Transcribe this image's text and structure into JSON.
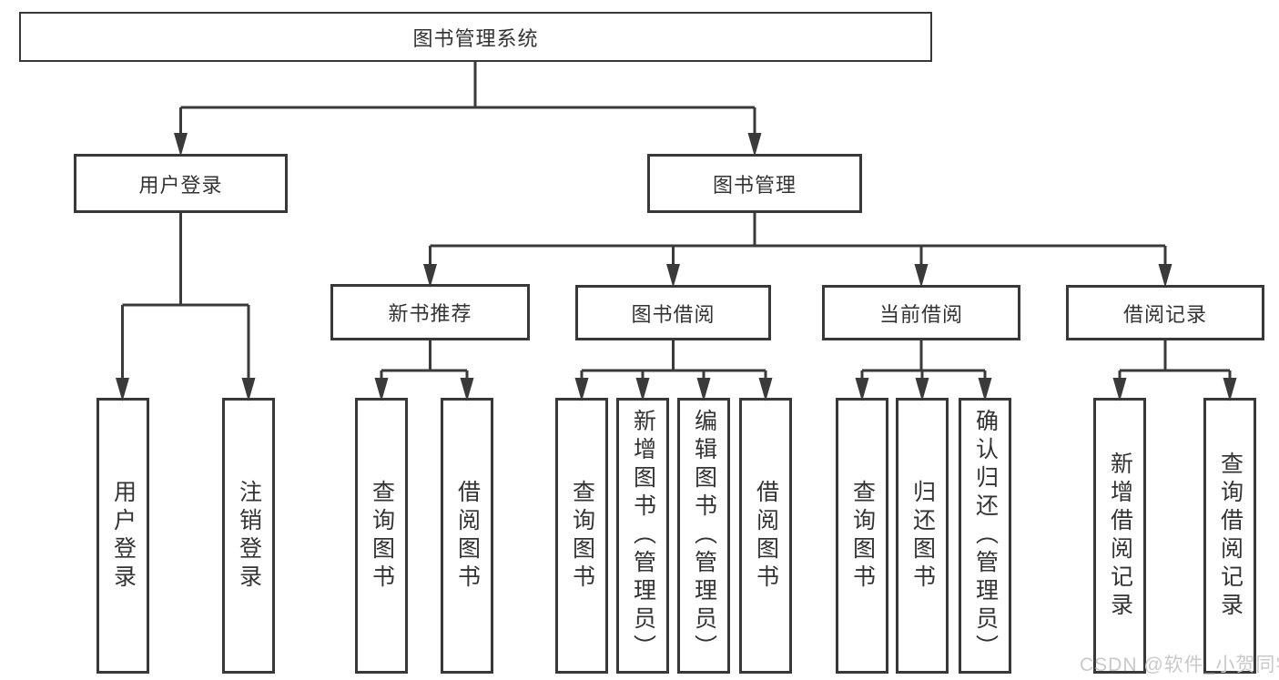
{
  "tree": {
    "label": "图书管理系统",
    "children": [
      {
        "label": "用户登录",
        "children": [
          {
            "label": "用户登录"
          },
          {
            "label": "注销登录"
          }
        ]
      },
      {
        "label": "图书管理",
        "children": [
          {
            "label": "新书推荐",
            "children": [
              {
                "label": "查询图书"
              },
              {
                "label": "借阅图书"
              }
            ]
          },
          {
            "label": "图书借阅",
            "children": [
              {
                "label": "查询图书"
              },
              {
                "label": "新增图书（管理员）"
              },
              {
                "label": "编辑图书（管理员）"
              },
              {
                "label": "借阅图书"
              }
            ]
          },
          {
            "label": "当前借阅",
            "children": [
              {
                "label": "查询图书"
              },
              {
                "label": "归还图书"
              },
              {
                "label": "确认归还（管理员）"
              }
            ]
          },
          {
            "label": "借阅记录",
            "children": [
              {
                "label": "新增借阅记录"
              },
              {
                "label": "查询借阅记录"
              }
            ]
          }
        ]
      }
    ]
  },
  "watermark": {
    "text": "CSDN @软件_小贺同学"
  },
  "colors": {
    "line": "#3a3a3a",
    "border": "#383838",
    "text": "#333333",
    "watermark": "#c9c9c9",
    "background": "#ffffff"
  }
}
